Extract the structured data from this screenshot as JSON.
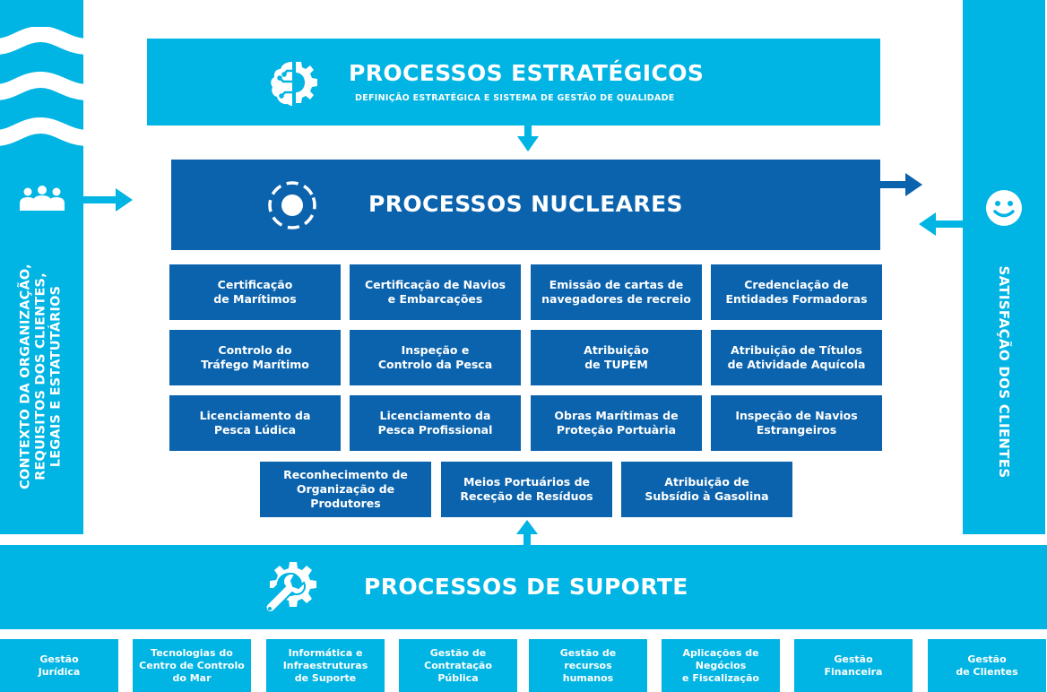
{
  "colors": {
    "light_blue": "#00b4e3",
    "dark_blue": "#0b63ad",
    "white": "#ffffff"
  },
  "left_panel": {
    "icon": "people-group-icon",
    "decoration": "waves-icon",
    "label": "CONTEXTO DA ORGANIZAÇÃO,\nREQUISITOS DOS CLIENTES,\nLEGAIS E ESTATUTÁRIOS"
  },
  "right_panel": {
    "icon": "smiley-face-icon",
    "label": "SATISFAÇÃO DOS CLIENTES"
  },
  "strategic": {
    "icon": "brain-gear-icon",
    "title": "PROCESSOS ESTRATÉGICOS",
    "subtitle": "DEFINIÇÃO ESTRATÉGICA E SISTEMA DE GESTÃO DE QUALIDADE"
  },
  "core": {
    "icon": "target-circle-icon",
    "title": "PROCESSOS NUCLEARES",
    "processes": [
      "Certificação\nde Marítimos",
      "Certificação de Navios\ne Embarcações",
      "Emissão de cartas de\nnavegadores de recreio",
      "Credenciação de\nEntidades Formadoras",
      "Controlo do\nTráfego Marítimo",
      "Inspeção e\nControlo da Pesca",
      "Atribuição\nde TUPEM",
      "Atribuição de Títulos\nde Atividade Aquícola",
      "Licenciamento da\nPesca Lúdica",
      "Licenciamento da\nPesca Profissional",
      "Obras Marítimas de\nProteção Portuària",
      "Inspeção de Navios\nEstrangeiros",
      "Reconhecimento de\nOrganização de\nProdutores",
      "Meios Portuários de\nReceção de Resíduos",
      "Atribuição de\nSubsídio à Gasolina"
    ]
  },
  "support": {
    "icon": "wrench-gear-icon",
    "title": "PROCESSOS DE SUPORTE",
    "processes": [
      "Gestão\nJurídica",
      "Tecnologias do\nCentro de Controlo\ndo Mar",
      "Informática e\nInfraestruturas\nde Suporte",
      "Gestão de\nContratação\nPública",
      "Gestão de\nrecursos\nhumanos",
      "Aplicações de\nNegócios\ne Fiscalização",
      "Gestão\nFinanceira",
      "Gestão\nde Clientes"
    ]
  }
}
